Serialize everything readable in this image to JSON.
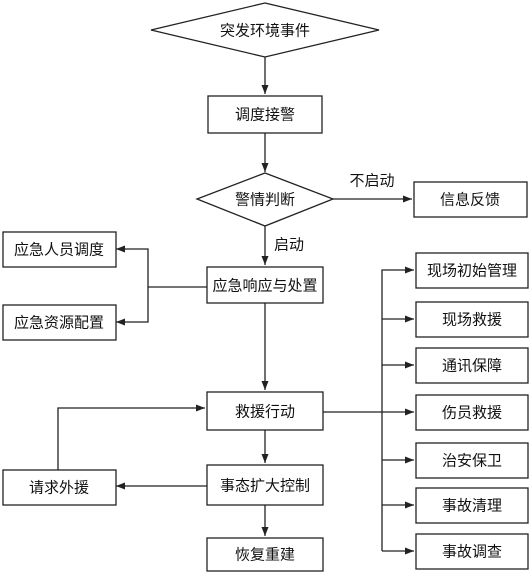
{
  "nodes": {
    "event": "突发环境事件",
    "dispatch": "调度接警",
    "judge": "警情判断",
    "feedback": "信息反馈",
    "response": "应急响应与处置",
    "staff": "应急人员调度",
    "resources": "应急资源配置",
    "rescue_action": "救援行动",
    "external": "请求外援",
    "escalation": "事态扩大控制",
    "rebuild": "恢复重建",
    "site_mgmt": "现场初始管理",
    "site_rescue": "现场救援",
    "comms": "通讯保障",
    "casualty": "伤员救援",
    "security": "治安保卫",
    "cleanup": "事故清理",
    "investigation": "事故调查"
  },
  "edge_labels": {
    "no_start": "不启动",
    "start": "启动"
  },
  "colors": {
    "stroke": "#222222",
    "fill": "#ffffff",
    "text": "#111111"
  }
}
